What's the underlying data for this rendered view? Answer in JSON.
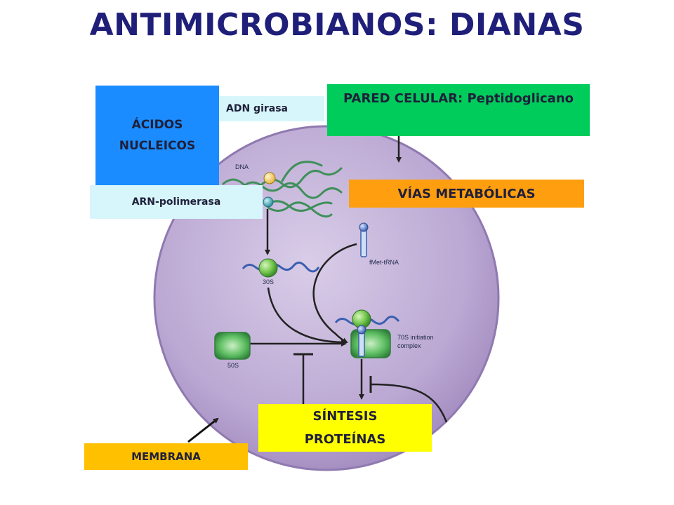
{
  "title": "ANTIMICROBIANOS: DIANAS",
  "targets": {
    "acidos_nucleicos": "ÁCIDOS\nNUCLEICOS",
    "adn_girasa": "ADN girasa",
    "arn_polimerasa": "ARN-polimerasa",
    "pared_celular": "PARED CELULAR: Peptidoglicano",
    "vias_metabolicas": "VÍAS METABÓLICAS",
    "sintesis_proteinas": "SÍNTESIS\nPROTEÍNAS",
    "membrana": "MEMBRANA"
  },
  "figure_labels": {
    "dna": "DNA",
    "fmet_trna": "fMet-tRNA",
    "s30": "30S",
    "s50": "50S",
    "initiation_line1": "70S initiation",
    "initiation_line2": "complex"
  },
  "colors": {
    "title": "#1f1f7a",
    "acidos_nucleicos": "#1a8cff",
    "light_cyan": "#d6f6fb",
    "pared_celular": "#00cc5c",
    "vias_metabolicas": "#ff9f0f",
    "sintesis_proteinas": "#ffff00",
    "membrana": "#ffc000",
    "cell": "#b6a3cf"
  }
}
